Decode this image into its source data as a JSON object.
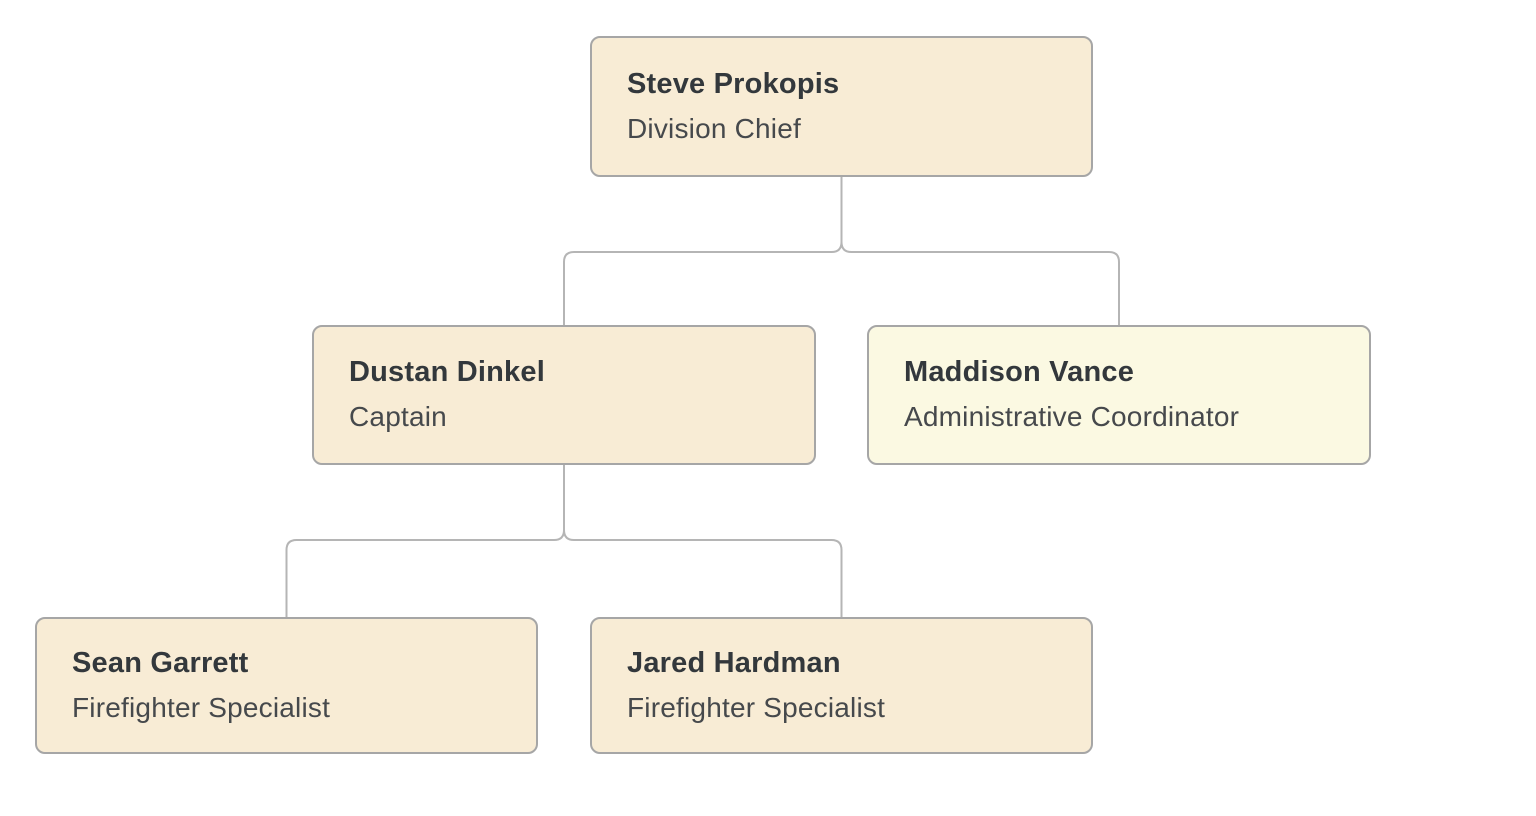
{
  "colors": {
    "background": "#ffffff",
    "node_fill": "#f8ecd5",
    "node_fill_alt": "#fbf9e2",
    "node_border": "#a6a6a6",
    "connector": "#b5b5b5",
    "name_text": "#33383c",
    "title_text": "#46494c"
  },
  "org": {
    "type": "org-chart",
    "nodes": [
      {
        "name": "Steve Prokopis",
        "title": "Division Chief",
        "reports_to": null
      },
      {
        "name": "Dustan Dinkel",
        "title": "Captain",
        "reports_to": "Steve Prokopis"
      },
      {
        "name": "Maddison Vance",
        "title": "Administrative Coordinator",
        "reports_to": "Steve Prokopis"
      },
      {
        "name": "Sean Garrett",
        "title": "Firefighter Specialist",
        "reports_to": "Dustan Dinkel"
      },
      {
        "name": "Jared Hardman",
        "title": "Firefighter Specialist",
        "reports_to": "Dustan Dinkel"
      }
    ]
  }
}
